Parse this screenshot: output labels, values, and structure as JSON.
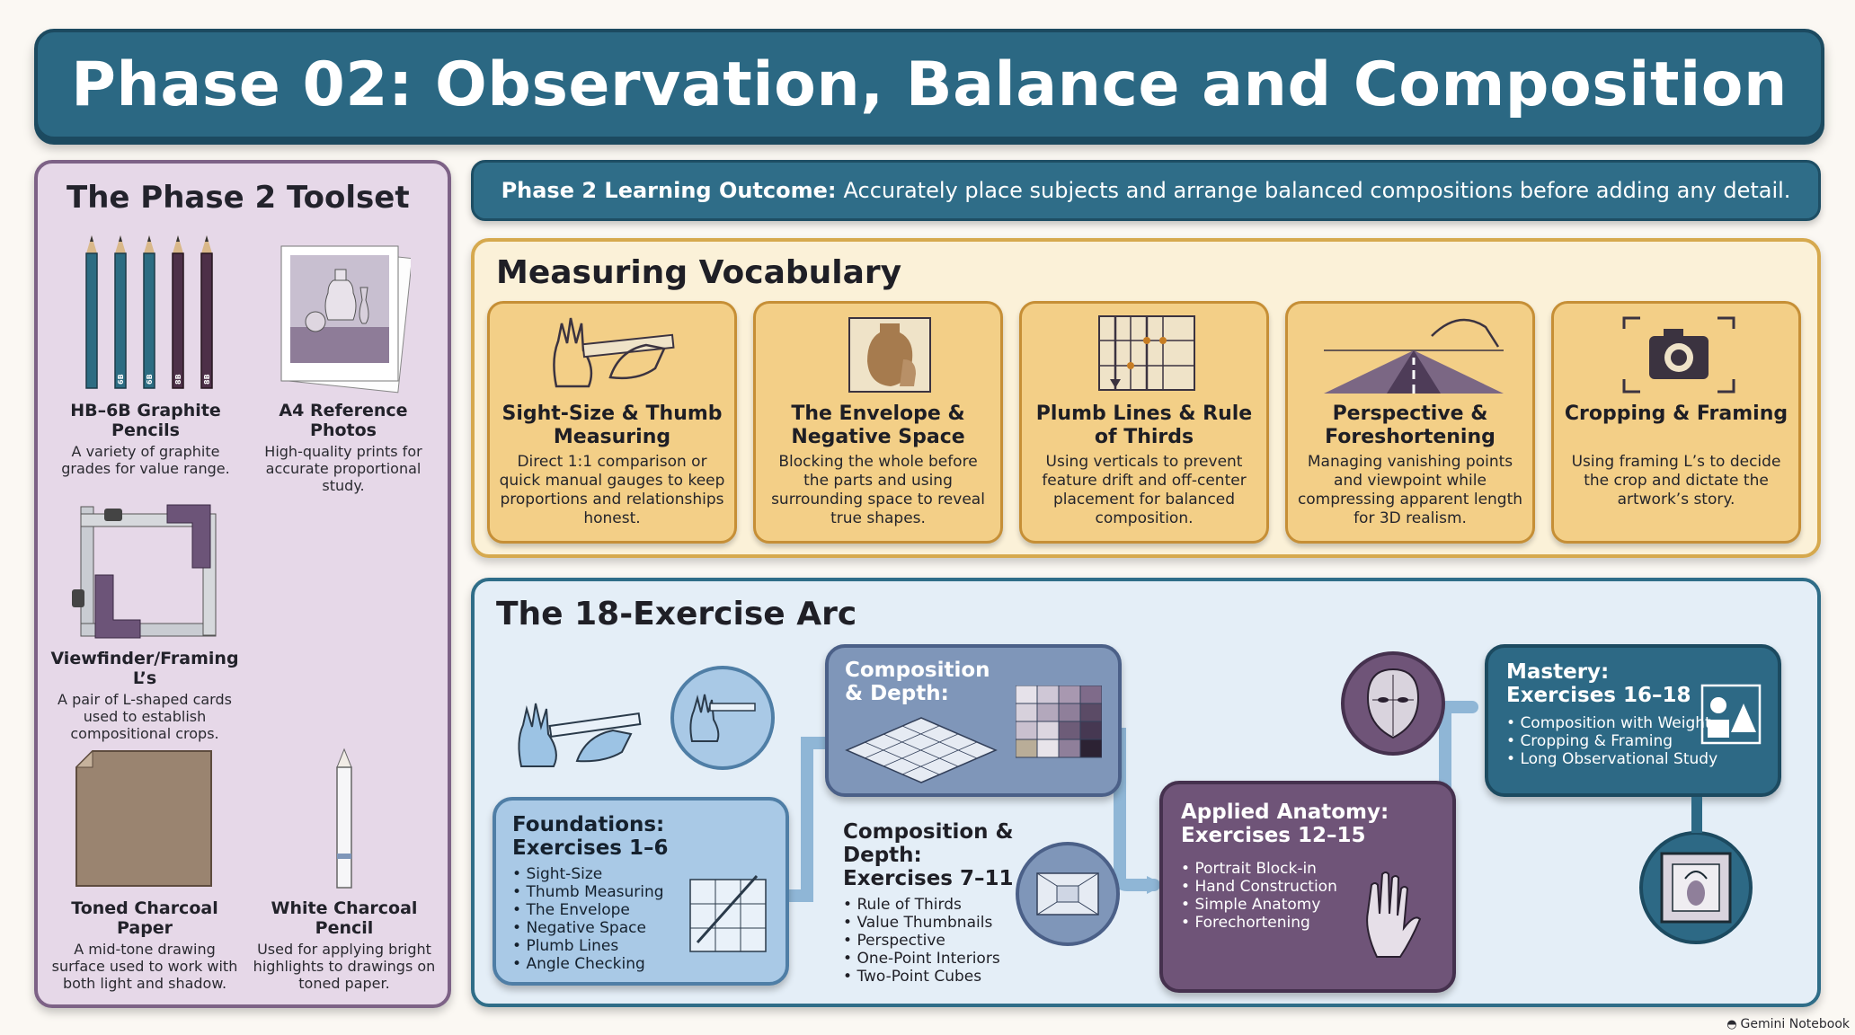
{
  "title": "Phase 02: Observation, Balance and Composition",
  "toolset": {
    "heading": "The Phase 2 Toolset",
    "items": [
      {
        "name": "HB–6B Graphite Pencils",
        "desc": "A variety of graphite grades for value range.",
        "labels": [
          "6B",
          "6B",
          "8B",
          "8B"
        ]
      },
      {
        "name": "A4 Reference Photos",
        "desc": "High-quality prints for accurate proportional study."
      },
      {
        "name": "Viewfinder/Framing L’s",
        "desc": "A pair of L-shaped cards used to establish compositional crops."
      },
      {
        "name": "Toned Charcoal Paper",
        "desc": "A mid-tone drawing surface used to work with both light and shadow."
      },
      {
        "name": "White Charcoal Pencil",
        "desc": "Used for applying bright highlights to drawings on toned paper."
      }
    ]
  },
  "outcome": {
    "label": "Phase 2 Learning Outcome:",
    "text": "Accurately place subjects and arrange balanced compositions before adding any detail."
  },
  "vocabulary": {
    "heading": "Measuring Vocabulary",
    "cards": [
      {
        "title": "Sight-Size & Thumb Measuring",
        "desc": "Direct 1:1 comparison or quick manual gauges to keep proportions and relationships honest.",
        "icon": "hand-ruler-icon"
      },
      {
        "title": "The Envelope & Negative Space",
        "desc": "Blocking the whole before the parts and using surrounding space to reveal true shapes.",
        "icon": "vase-icon"
      },
      {
        "title": "Plumb Lines & Rule of Thirds",
        "desc": "Using verticals to prevent feature drift and off-center placement for balanced composition.",
        "icon": "grid-icon"
      },
      {
        "title": "Perspective & Foreshortening",
        "desc": "Managing vanishing points and viewpoint while compressing apparent length for 3D realism.",
        "icon": "road-icon"
      },
      {
        "title": "Cropping & Framing",
        "desc": "Using framing L’s to decide the crop and dictate the artwork’s story.",
        "icon": "camera-icon"
      }
    ]
  },
  "arc": {
    "heading": "The 18-Exercise Arc",
    "foundations": {
      "title": "Foundations:",
      "subtitle": "Exercises 1–6",
      "items": [
        "Sight-Size",
        "Thumb Measuring",
        "The Envelope",
        "Negative Space",
        "Plumb Lines",
        "Angle Checking"
      ]
    },
    "composition_card": {
      "title": "Composition & Depth:"
    },
    "composition": {
      "title": "Composition & Depth:",
      "subtitle": "Exercises 7–11",
      "items": [
        "Rule of Thirds",
        "Value Thumbnails",
        "Perspective",
        "One-Point Interiors",
        "Two-Point Cubes"
      ]
    },
    "anatomy": {
      "title": "Applied Anatomy:",
      "subtitle": "Exercises 12–15",
      "items": [
        "Portrait Block-in",
        "Hand Construction",
        "Simple Anatomy",
        "Forechortening"
      ]
    },
    "mastery": {
      "title": "Mastery:",
      "subtitle": "Exercises 16–18",
      "items": [
        "Composition with Weight",
        "Cropping & Framing",
        "Long Observational Study"
      ]
    }
  },
  "brand": "Gemini Notebook",
  "colors": {
    "title_bg": "#2b6883",
    "toolset_bg": "#e6d8e8",
    "vocab_card": "#f3cf87",
    "foundations": "#a9c9e6",
    "composition": "#7f96b9",
    "anatomy": "#6f5478",
    "mastery": "#2d6985"
  }
}
